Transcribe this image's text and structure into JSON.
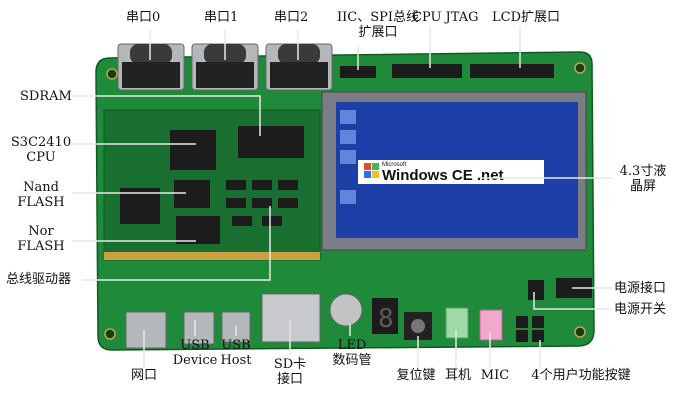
{
  "labels": {
    "serial0": "串口0",
    "serial1": "串口1",
    "serial2": "串口2",
    "iic_spi": "IIC、SPI总线\n扩展口",
    "cpu_jtag": "CPU JTAG",
    "lcd_port": "LCD扩展口",
    "sdram": "SDRAM",
    "cpu": "S3C2410\nCPU",
    "nand": "Nand\nFLASH",
    "nor": "Nor\nFLASH",
    "bus_driver": "总线驱动器",
    "lcd": "4.3寸液\n晶屏",
    "power_port": "电源接口",
    "power_switch": "电源开关",
    "network": "网口",
    "usb_device": "USB\nDevice",
    "usb_host": "USB\nHost",
    "sd": "SD卡\n接口",
    "led": "LED\n数码管",
    "reset": "复位键",
    "earphone": "耳机",
    "mic": "MIC",
    "user_keys": "4个用户功能按键"
  },
  "screen": {
    "brand_small": "Microsoft",
    "brand": "Windows CE .net"
  },
  "led_digit": "8",
  "colors": {
    "pcb": "#1f8a3a",
    "pcb_dark": "#166d2c",
    "leader_line": "#e8e8e8",
    "screen_blue": "#1e3fa8",
    "chip": "#1c1c1c",
    "metal": "#b5b8bb"
  }
}
